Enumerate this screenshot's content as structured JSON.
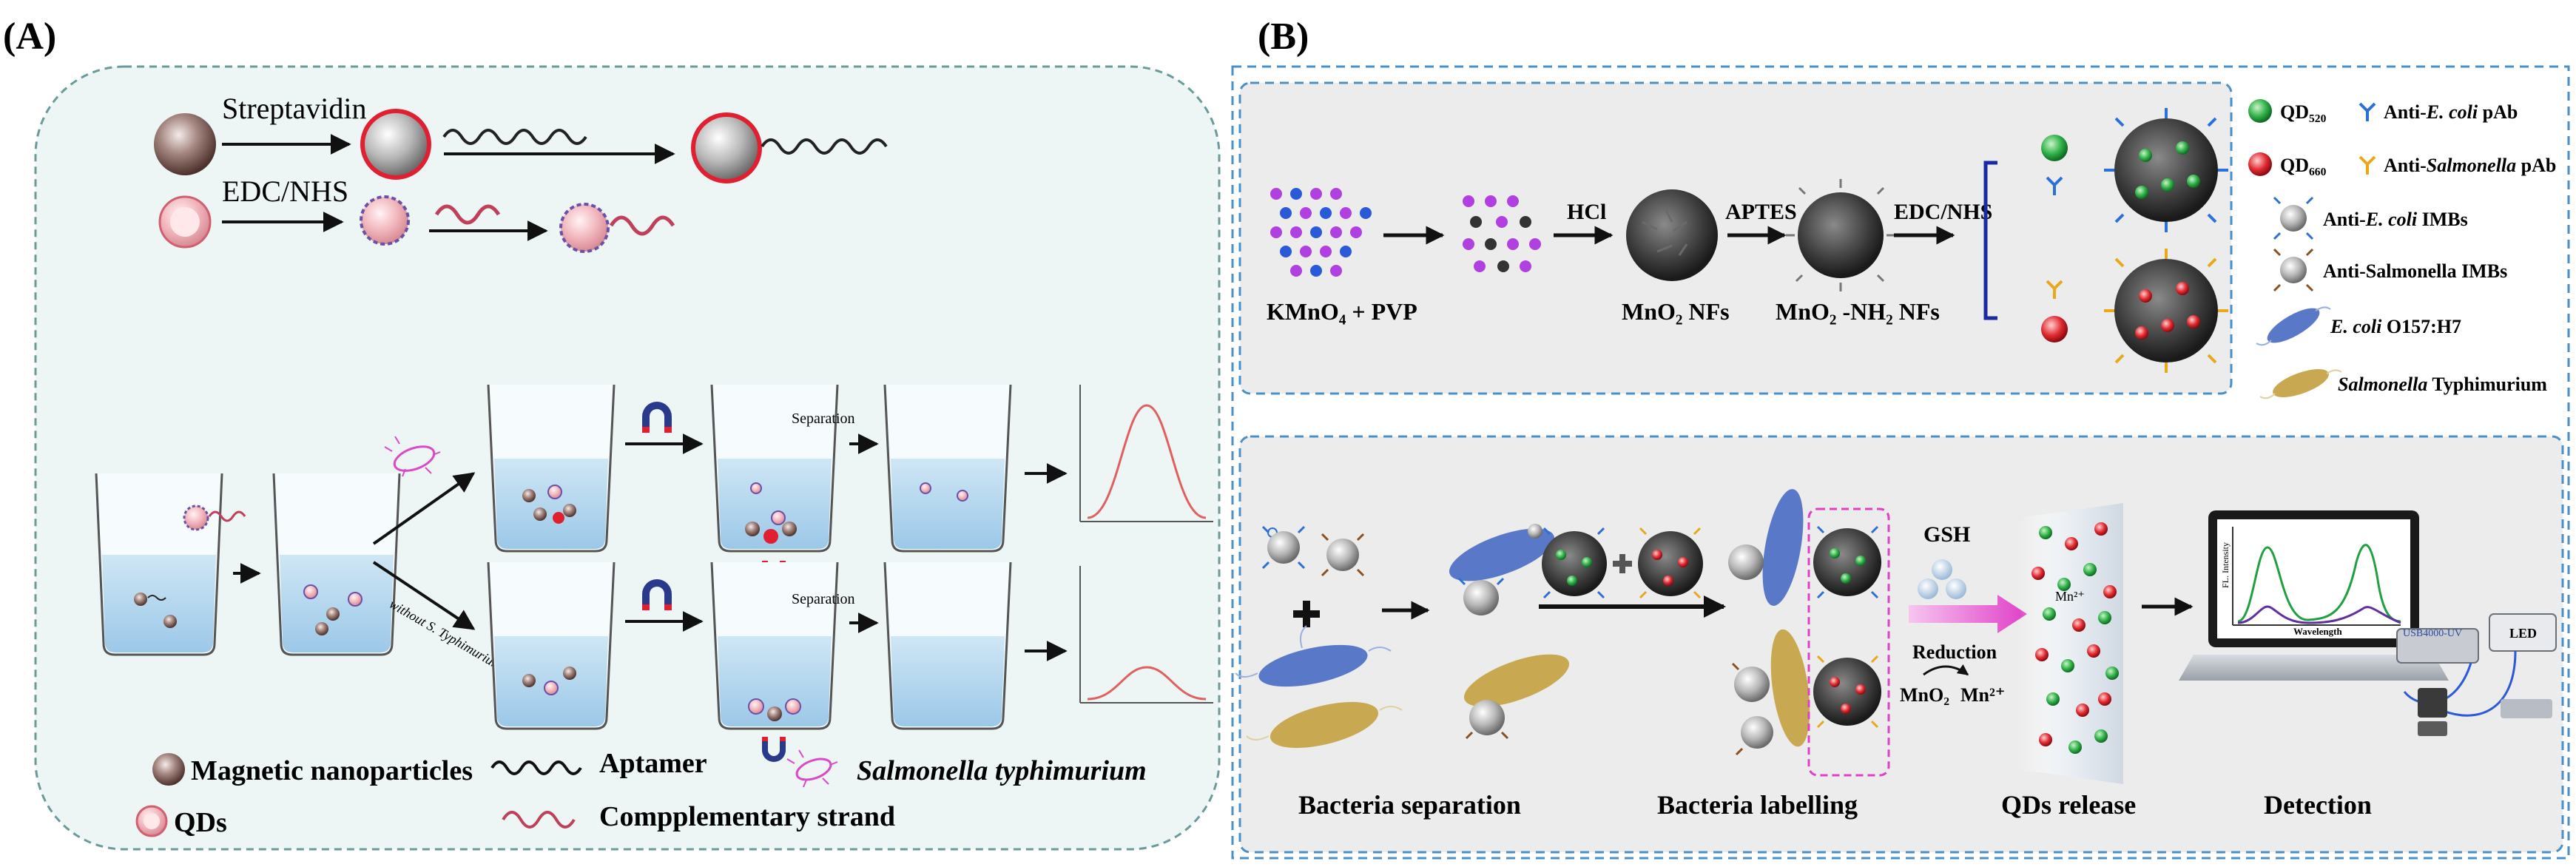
{
  "panel_a": {
    "label": "(A)",
    "conj_reagent_1": "Streptavidin",
    "conj_reagent_2": "EDC/NHS",
    "separation_label_1": "Separation",
    "separation_label_2": "Separation",
    "without_label": "without S. Typhimurium",
    "legend": {
      "magnetic": "Magnetic nanoparticles",
      "aptamer": "Aptamer",
      "salmonella": "Salmonella typhimurium",
      "qds": "QDs",
      "complementary": "Compplementary strand"
    }
  },
  "panel_b": {
    "label": "(B)",
    "synthesis": {
      "kmno4_pvp": "KMnO₄ + PVP",
      "hcl": "HCl",
      "mno2_nfs": "MnO₂ NFs",
      "aptes": "APTES",
      "mno2_nh2_nfs": "MnO₂ -NH₂ NFs",
      "edc_nhs": "EDC/NHS"
    },
    "legend": {
      "qd520": "QD₅₂₀",
      "anti_ecoli_pab_prefix": "Anti-",
      "anti_ecoli_pab_italic": "E. coli",
      "anti_ecoli_pab_suffix": " pAb",
      "qd660": "QD₆₆₀",
      "anti_salm_pab_prefix": "Anti-",
      "anti_salm_pab_italic": "Salmonella",
      "anti_salm_pab_suffix": " pAb",
      "anti_ecoli_imbs_prefix": "Anti-",
      "anti_ecoli_imbs_italic": "E. coli",
      "anti_ecoli_imbs_suffix": " IMBs",
      "anti_salm_imbs": "Anti-Salmonella IMBs",
      "ecoli_italic": "E. coli",
      "ecoli_suffix": " O157:H7",
      "salm_italic": "Salmonella",
      "salm_suffix": " Typhimurium"
    },
    "workflow": {
      "gsh": "GSH",
      "reduction": "Reduction",
      "mno2": "MnO₂",
      "mn2_main": "Mn²⁺",
      "mn2_small": "Mn²⁺",
      "fl_intensity": "FL. Intensity",
      "wavelength": "Wavelength",
      "led": "LED",
      "usb_device": "USB4000-UV",
      "steps": [
        "Bacteria separation",
        "Bacteria labelling",
        "QDs release",
        "Detection"
      ]
    }
  },
  "colors": {
    "panel_a_bg": "#eef5f5",
    "panel_b_bg": "#ececec",
    "dash_border": "#4a90c8",
    "magnetic": "#8a6a66",
    "qd_pink": "#e89aa2",
    "strand_red": "#c0405a",
    "green_qd": "#2aa84a",
    "red_qd": "#e02030"
  }
}
